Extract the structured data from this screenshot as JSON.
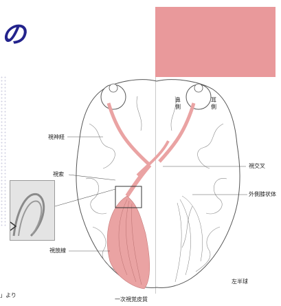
{
  "heading": {
    "text": "の"
  },
  "labels": {
    "optic_nerve": "視神経",
    "optic_tract": "視索",
    "optic_radiation": "視放線",
    "primary_visual_cortex": "一次視覚皮質",
    "optic_chiasm": "視交叉",
    "lgn": "外側膝状体",
    "left_hemisphere": "左半球",
    "nasal": "鼻側",
    "temporal": "耳側",
    "caption_fragment": "」より"
  },
  "colors": {
    "heading": "#23238c",
    "highlight_box": "#e9999b",
    "pathway": "#eaa3a3",
    "outline": "#555555"
  }
}
